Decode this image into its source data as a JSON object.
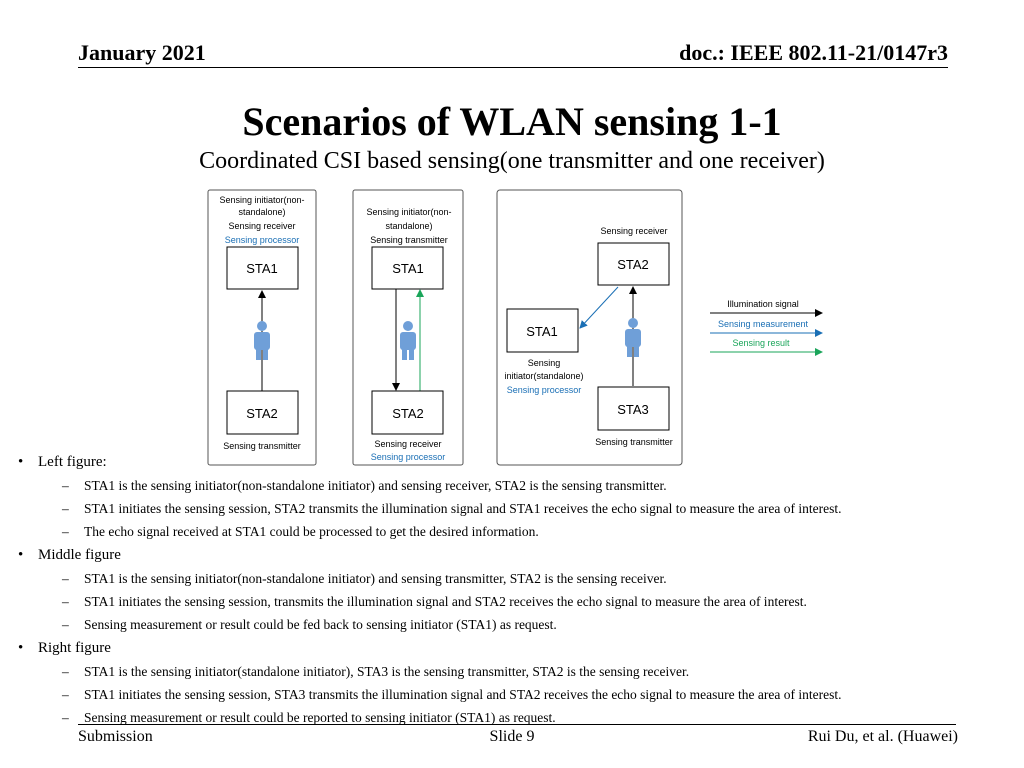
{
  "header": {
    "date": "January 2021",
    "doc": "doc.: IEEE 802.11-21/0147r3"
  },
  "title": "Scenarios of WLAN sensing 1-1",
  "subtitle": "Coordinated CSI based sensing(one transmitter and one receiver)",
  "diagram": {
    "left": {
      "top_label": [
        "Sensing initiator(non-",
        "standalone)",
        "Sensing receiver"
      ],
      "top_label_blue": "Sensing processor",
      "sta_top": "STA1",
      "sta_bottom": "STA2",
      "bottom_label": "Sensing transmitter"
    },
    "middle": {
      "top_label": [
        "Sensing initiator(non-",
        "standalone)",
        "Sensing transmitter"
      ],
      "sta_top": "STA1",
      "sta_bottom": "STA2",
      "bottom_label": "Sensing receiver",
      "bottom_label_blue": "Sensing processor"
    },
    "right": {
      "receiver_label": "Sensing receiver",
      "sta_receiver": "STA2",
      "sta_initiator": "STA1",
      "initiator_label": [
        "Sensing",
        "initiator(standalone)"
      ],
      "initiator_label_blue": "Sensing processor",
      "sta_transmitter": "STA3",
      "transmitter_label": "Sensing transmitter"
    },
    "legend": {
      "illumination": "Illumination signal",
      "measurement": "Sensing measurement",
      "result": "Sensing result"
    },
    "colors": {
      "black": "#000000",
      "blue": "#1a6fb5",
      "green": "#1aa55a",
      "person": "#6f9fd8"
    }
  },
  "bullets": [
    {
      "label": "Left figure:",
      "items": [
        "STA1 is the sensing initiator(non-standalone initiator) and sensing receiver, STA2 is the sensing transmitter.",
        "STA1 initiates the sensing session, STA2 transmits the illumination signal and STA1 receives the echo signal to measure the area of interest.",
        "The echo signal received at STA1 could be processed to get the desired information."
      ]
    },
    {
      "label": "Middle figure",
      "items": [
        "STA1 is the sensing initiator(non-standalone initiator) and sensing transmitter, STA2 is the sensing receiver.",
        "STA1 initiates the sensing session, transmits the illumination signal and STA2 receives the echo signal to measure the area of interest.",
        "Sensing measurement or result could be fed back to sensing initiator (STA1) as request."
      ]
    },
    {
      "label": "Right figure",
      "items": [
        "STA1 is the sensing initiator(standalone initiator), STA3 is the sensing transmitter, STA2 is the sensing receiver.",
        "STA1 initiates the sensing session, STA3 transmits the illumination signal and STA2 receives the echo signal to measure the area of interest.",
        "Sensing measurement or result could be reported to sensing initiator (STA1) as request."
      ]
    }
  ],
  "footer": {
    "left": "Submission",
    "center": "Slide 9",
    "right": "Rui Du, et al. (Huawei)"
  }
}
